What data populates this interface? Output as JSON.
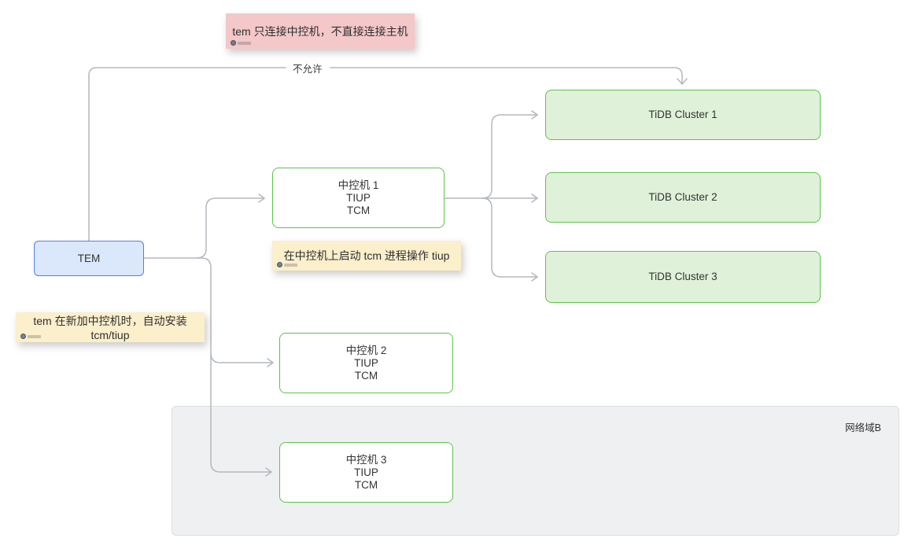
{
  "notes": {
    "pink_rule": {
      "text": "tem 只连接中控机，不直接连接主机"
    },
    "yellow_tcm_process": {
      "text": "在中控机上启动 tcm 进程操作 tiup"
    },
    "yellow_auto_install": {
      "text": "tem 在新加中控机时，自动安装 tcm/tiup"
    }
  },
  "labels": {
    "not_allowed": "不允许",
    "network_domain_b": "网络域B"
  },
  "nodes": {
    "tem": {
      "label": "TEM"
    },
    "control1": {
      "title": "中控机 1",
      "line2": "TIUP",
      "line3": "TCM"
    },
    "control2": {
      "title": "中控机 2",
      "line2": "TIUP",
      "line3": "TCM"
    },
    "control3": {
      "title": "中控机 3",
      "line2": "TIUP",
      "line3": "TCM"
    },
    "cluster1": {
      "label": "TiDB Cluster 1"
    },
    "cluster2": {
      "label": "TiDB Cluster 2"
    },
    "cluster3": {
      "label": "TiDB Cluster 3"
    }
  },
  "colors": {
    "note_pink": "#f4c7c9",
    "note_yellow": "#fbefcc",
    "tem_fill": "#dbe7fb",
    "tem_border": "#4f81e9",
    "green_border": "#5ec24c",
    "cluster_fill": "#dff2d9",
    "connector": "#b4b8be",
    "region_fill": "#eff0f2"
  }
}
